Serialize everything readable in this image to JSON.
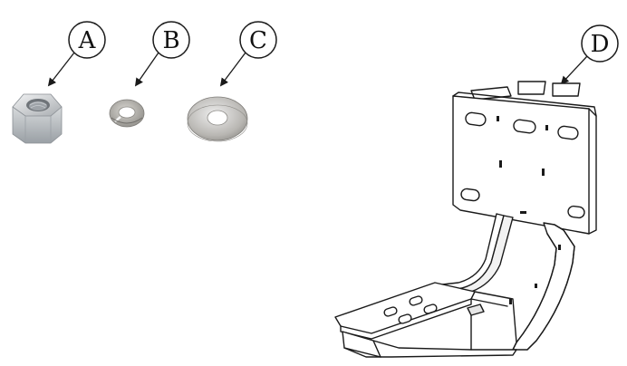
{
  "parts": [
    {
      "id": "A",
      "label": "A",
      "part_icon": "hex-nut-icon"
    },
    {
      "id": "B",
      "label": "B",
      "part_icon": "lock-washer-icon"
    },
    {
      "id": "C",
      "label": "C",
      "part_icon": "flat-washer-icon"
    },
    {
      "id": "D",
      "label": "D",
      "part_icon": "mounting-bracket-icon"
    }
  ],
  "colors": {
    "line": "#1a1a1a",
    "metal_light": "#e4e6e8",
    "metal_mid": "#b9bdc1",
    "metal_dark": "#8a8f94",
    "bracket_fill": "#ffffff"
  }
}
